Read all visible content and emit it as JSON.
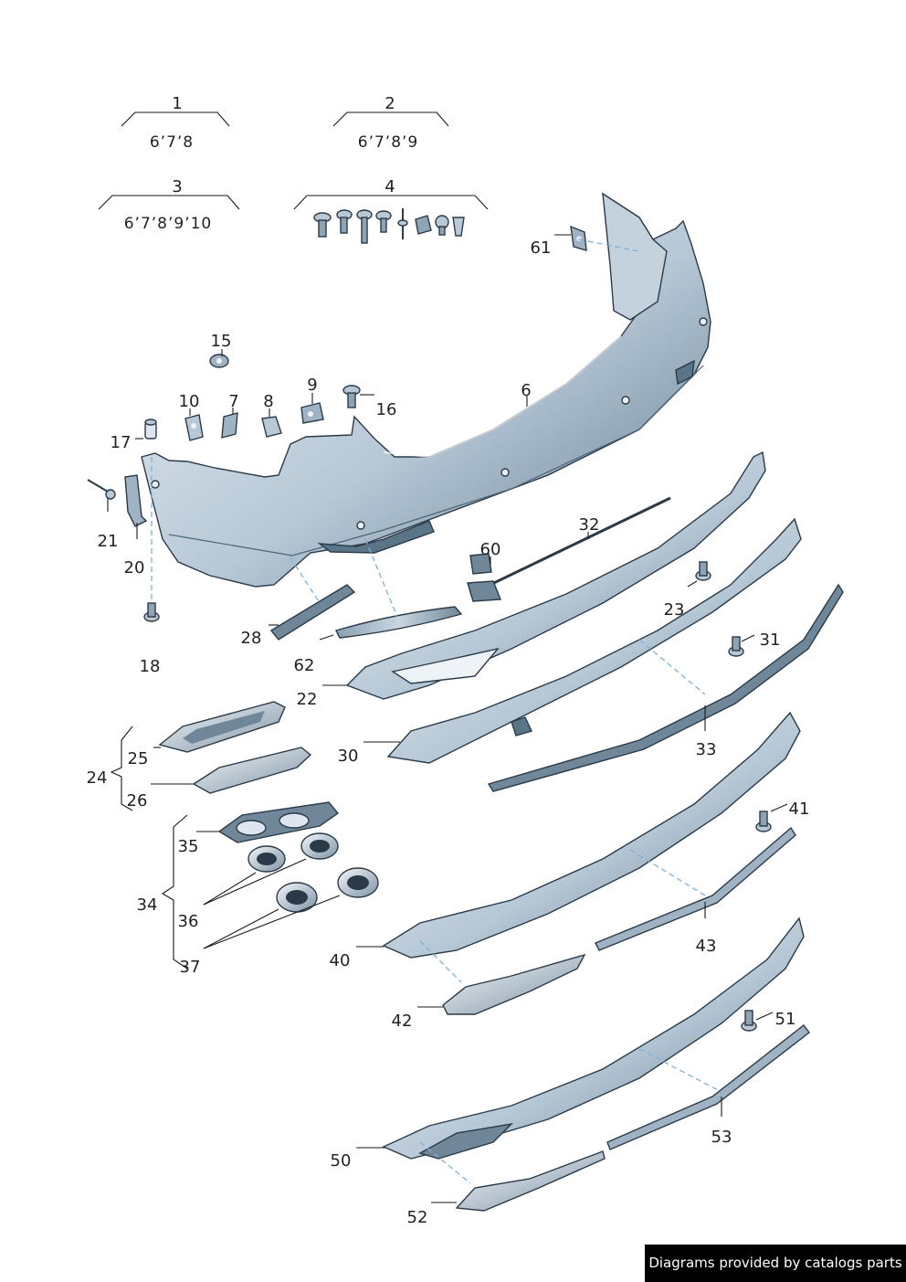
{
  "group_labels": [
    {
      "id": "1",
      "sub": "6’7’8"
    },
    {
      "id": "2",
      "sub": "6’7’8’9"
    },
    {
      "id": "3",
      "sub": "6’7’8’9’10"
    },
    {
      "id": "4",
      "sub": ""
    }
  ],
  "callouts": {
    "c6": "6",
    "c7": "7",
    "c8": "8",
    "c9": "9",
    "c10": "10",
    "c15": "15",
    "c16": "16",
    "c17": "17",
    "c18": "18",
    "c20": "20",
    "c21": "21",
    "c22": "22",
    "c23": "23",
    "c24": "24",
    "c25": "25",
    "c26": "26",
    "c28": "28",
    "c30": "30",
    "c31": "31",
    "c32": "32",
    "c33": "33",
    "c34": "34",
    "c35": "35",
    "c36": "36",
    "c37": "37",
    "c40": "40",
    "c41": "41",
    "c42": "42",
    "c43": "43",
    "c50": "50",
    "c51": "51",
    "c52": "52",
    "c53": "53",
    "c60": "60",
    "c61": "61",
    "c62": "62"
  },
  "colors": {
    "part_fill_light": "#dde6ee",
    "part_fill_mid": "#9fb3c4",
    "part_fill_dark": "#6f8799",
    "outline": "#2b3a48",
    "assembly_line": "#7fb0d8"
  },
  "footer": {
    "credit": "Diagrams provided by catalogs parts"
  }
}
